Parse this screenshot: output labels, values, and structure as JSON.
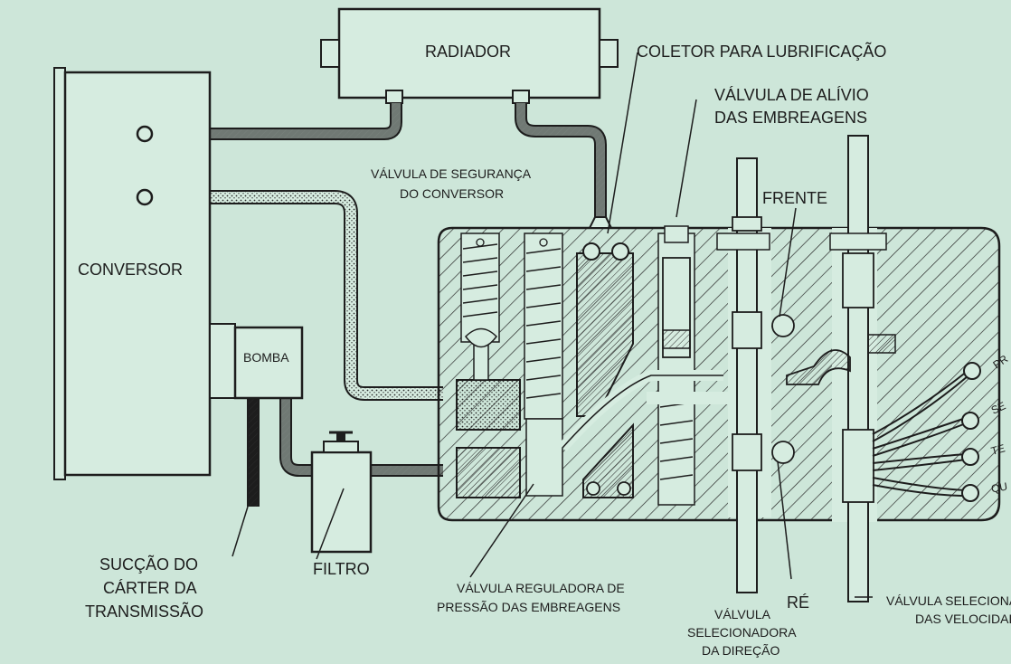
{
  "labels": {
    "radiador": "RADIADOR",
    "coletor": "COLETOR PARA LUBRIFICAÇÃO",
    "valvula_alivio_1": "VÁLVULA DE ALÍVIO",
    "valvula_alivio_2": "DAS EMBREAGENS",
    "valvula_seguranca_1": "VÁLVULA DE SEGURANÇA",
    "valvula_seguranca_2": "DO CONVERSOR",
    "frente": "FRENTE",
    "conversor": "CONVERSOR",
    "bomba": "BOMBA",
    "filtro": "FILTRO",
    "succao_1": "SUCÇÃO DO",
    "succao_2": "CÁRTER DA",
    "succao_3": "TRANSMISSÃO",
    "reguladora_1": "VÁLVULA REGULADORA DE",
    "reguladora_2": "PRESSÃO DAS EMBREAGENS",
    "re": "RÉ",
    "direcao_1": "VÁLVULA",
    "direcao_2": "SELECIONADORA",
    "direcao_3": "DA DIREÇÃO",
    "velocidades_1": "VÁLVULA SELECIONA",
    "velocidades_2": "DAS VELOCIDADE",
    "pr": "PR",
    "se": "SE",
    "te": "TE",
    "qu": "QU"
  },
  "colors": {
    "background": "#cde6d9",
    "ink": "#1d1d1d",
    "paper": "#d6ece0"
  }
}
